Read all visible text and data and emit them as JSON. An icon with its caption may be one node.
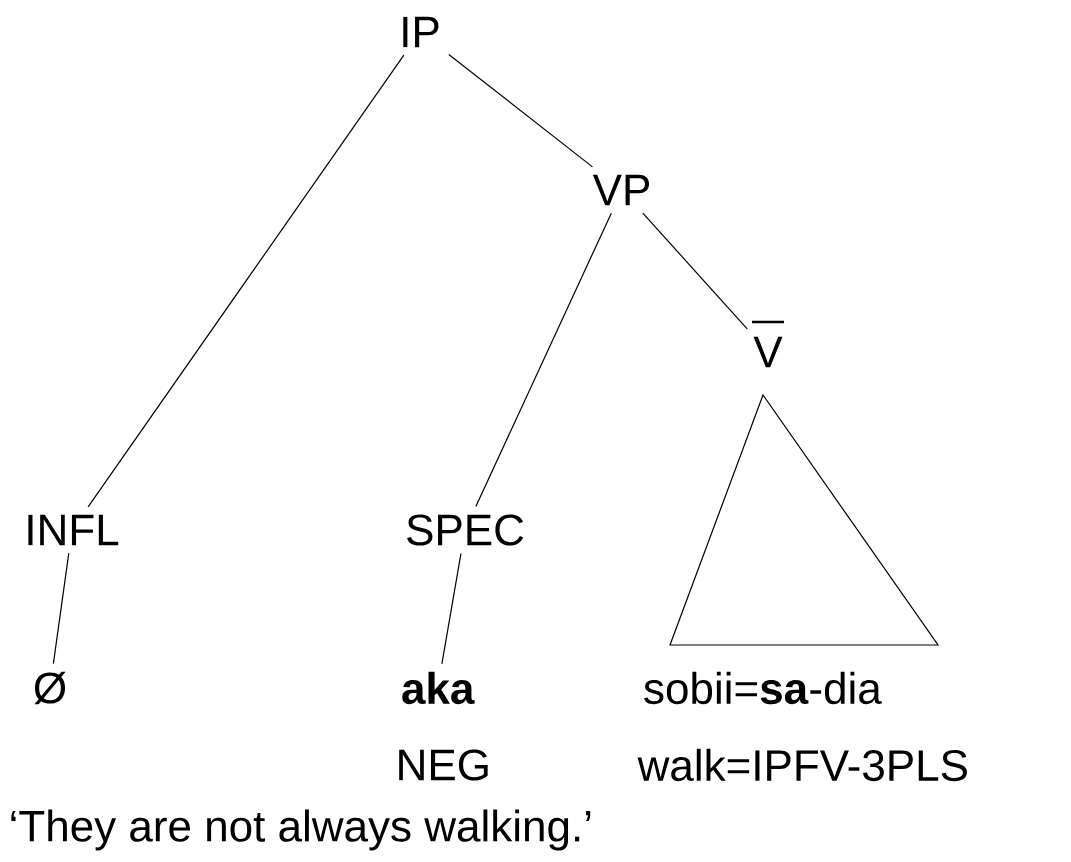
{
  "diagram": {
    "caption": "‘They are not always walking.’",
    "nodes": [
      {
        "text": [
          "IP"
        ]
      },
      {
        "text": [
          "VP"
        ]
      },
      {
        "text": [
          "V"
        ]
      },
      {
        "text": [
          "INFL"
        ]
      },
      {
        "text": [
          "SPEC"
        ]
      },
      {
        "text": [
          "Ø"
        ]
      },
      {
        "text": [
          "aka"
        ],
        "beside": [
          "NEG"
        ]
      },
      {
        "text": [
          "sobii=**sa**-dia"
        ],
        "beside": [
          "walk=IPFV-3PLS"
        ]
      }
    ],
    "edges": [
      {
        "from": 0,
        "to": 3,
        "arrow": "none"
      },
      {
        "from": 0,
        "to": 1,
        "arrow": "none"
      },
      {
        "from": 1,
        "to": 4,
        "arrow": "none"
      },
      {
        "from": 1,
        "to": 2,
        "arrow": "none"
      },
      {
        "from": 3,
        "to": 5,
        "arrow": "none"
      },
      {
        "from": 4,
        "to": 6,
        "arrow": "none"
      }
    ]
  }
}
